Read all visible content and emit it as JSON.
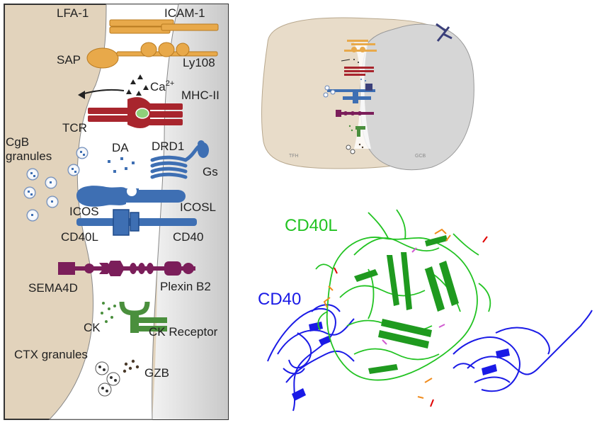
{
  "left_panel": {
    "labels": {
      "lfa1": "LFA-1",
      "icam1": "ICAM-1",
      "sap": "SAP",
      "ly108": "Ly108",
      "ca": "Ca",
      "ca_sup": "2+",
      "mhc2": "MHC-II",
      "tcr": "TCR",
      "cgb_line1": "CgB",
      "cgb_line2": "granules",
      "da": "DA",
      "drd1": "DRD1",
      "gs": "Gs",
      "icos": "ICOS",
      "icosl": "ICOSL",
      "cd40l": "CD40L",
      "cd40": "CD40",
      "sema4d": "SEMA4D",
      "plexinb2": "Plexin B2",
      "ck": "CK",
      "ck_receptor": "CK Receptor",
      "ctx": "CTX granules",
      "gzb": "GZB"
    }
  },
  "overview": {
    "tfh": "TFH",
    "gcb": "GCB"
  },
  "structure": {
    "cd40l": "CD40L",
    "cd40": "CD40"
  },
  "colors": {
    "orange": "#e8a94a",
    "red": "#a8252d",
    "blue": "#3e6fb3",
    "purple": "#7b1e5a",
    "green": "#4a8f3d",
    "tan": "#e2d3bc",
    "grey": "#dcdcdc",
    "protein_green": "#22c322",
    "protein_blue": "#1a1ae6"
  }
}
